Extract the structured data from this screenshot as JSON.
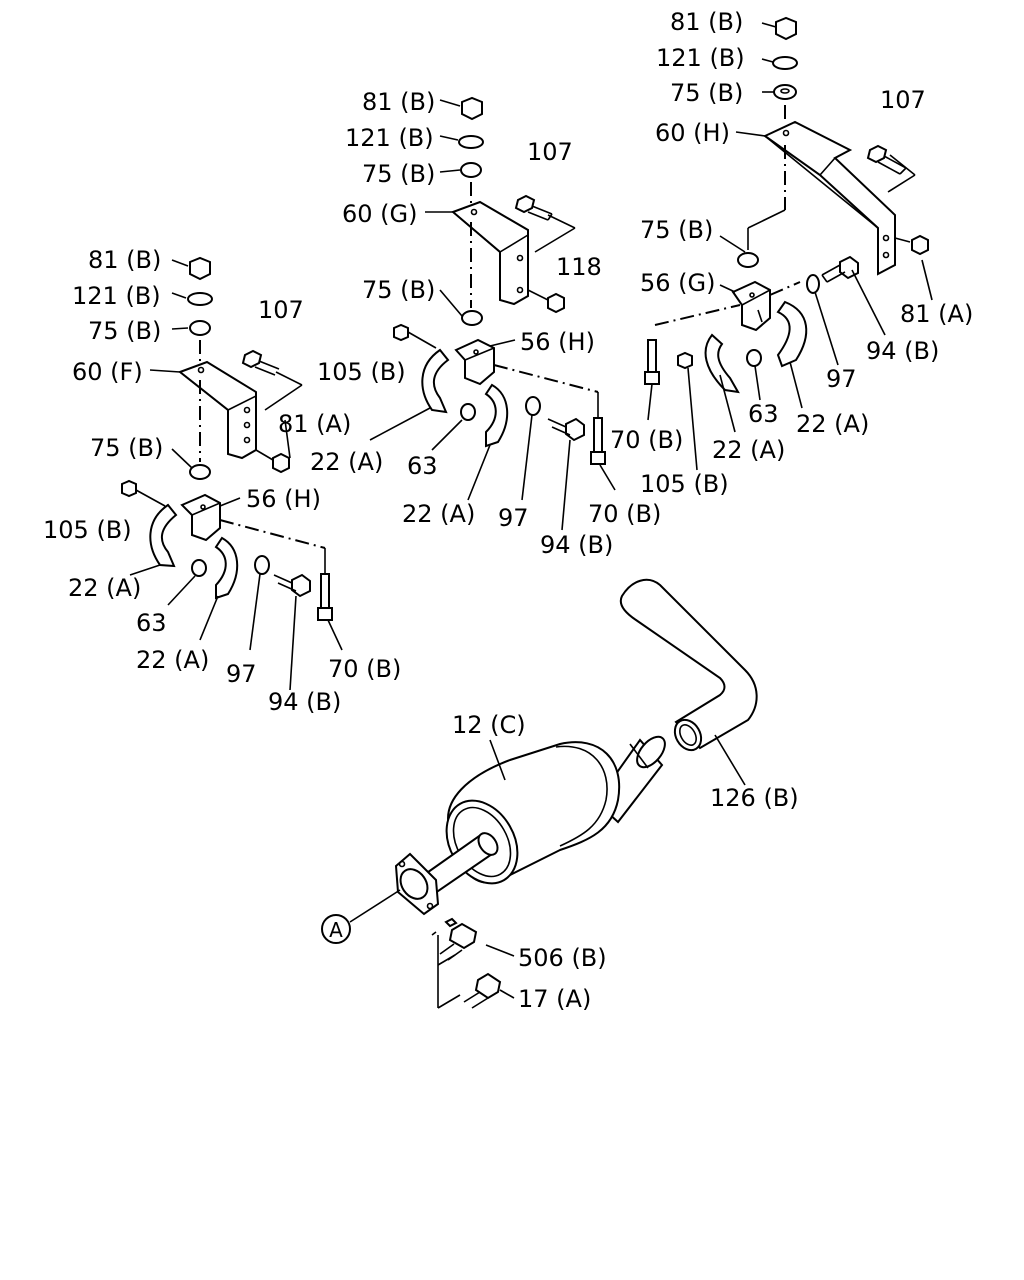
{
  "callouts": {
    "a": {
      "t1": "81 (B)",
      "t2": "121 (B)",
      "t3": "75 (B)",
      "t4": "60 (H)",
      "t5": "107",
      "t6": "75 (B)",
      "t7": "56 (G)",
      "t8": "81 (A)",
      "t9": "94 (B)",
      "t10": "97",
      "t11": "22 (A)",
      "t12": "63",
      "t13": "22 (A)",
      "t14": "70 (B)",
      "t15": "105 (B)"
    },
    "b": {
      "t1": "81 (B)",
      "t2": "121 (B)",
      "t3": "75 (B)",
      "t4": "60 (G)",
      "t5": "107",
      "t6": "118",
      "t7": "75 (B)",
      "t8": "105 (B)",
      "t9": "56 (H)",
      "t10": "22 (A)",
      "t11": "63",
      "t12": "22 (A)",
      "t13": "97",
      "t14": "94 (B)",
      "t15": "70 (B)"
    },
    "c": {
      "t1": "81 (B)",
      "t2": "121 (B)",
      "t3": "75 (B)",
      "t4": "60 (F)",
      "t5": "107",
      "t6": "81 (A)",
      "t7": "75 (B)",
      "t8": "56 (H)",
      "t9": "105 (B)",
      "t10": "22 (A)",
      "t11": "63",
      "t12": "22 (A)",
      "t13": "97",
      "t14": "94 (B)",
      "t15": "70 (B)"
    },
    "d": {
      "t1": "12 (C)",
      "t2": "126 (B)",
      "t3": "506 (B)",
      "t4": "17 (A)",
      "t5": "A"
    }
  }
}
